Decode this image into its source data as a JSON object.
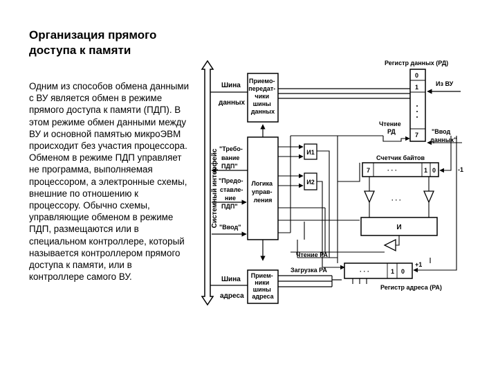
{
  "slide": {
    "title": "Организация прямого доступа к памяти",
    "body": "Одним из способов обмена данными с ВУ является обмен в режиме прямого доступа к памяти (ПДП). В этом режиме обмен данными между ВУ и основной памятью микроЭВМ происходит без участия процессора. Обменом в режиме ПДП управляет не программа, выполняемая процессором, а электронные схемы, внешние по отношению к процессору. Обычно схемы, управляющие обменом в режиме ПДП, размещаются или в специальном контроллере, который называется контроллером прямого доступа к памяти, или в контроллере самого ВУ."
  },
  "diagram": {
    "system_interface": "Системный интерфейс",
    "data_bus": [
      "Шина",
      "данных"
    ],
    "address_bus": [
      "Шина",
      "адреса"
    ],
    "tx_data": [
      "Приемо-",
      "передат-",
      "чики",
      "шины",
      "данных"
    ],
    "rx_addr": [
      "Прием-",
      "ники",
      "шины",
      "адреса"
    ],
    "logic": [
      "Логика",
      "управ-",
      "ления"
    ],
    "request": [
      "\"Требо-",
      "вание",
      "ПДП\""
    ],
    "grant": [
      "\"Предо-",
      "ставле-",
      "ние",
      "ПДП\""
    ],
    "input": "\"Ввод\"",
    "gate1": "И1",
    "gate2": "И2",
    "and_gate": "И",
    "data_reg": {
      "title": "Регистр данных (РД)",
      "bit_top": "0",
      "bit_next": "1",
      "bit_last": "7",
      "from_device": "Из ВУ",
      "read_rd": [
        "Чтение",
        "РД"
      ],
      "device_input": [
        "\"Ввод",
        "данных\""
      ]
    },
    "byte_counter": {
      "title": "Счетчик байтов",
      "bit_high": "7",
      "dots": "· · ·",
      "bit_1": "1",
      "bit_0": "0",
      "step": "-1"
    },
    "addr_reg": {
      "title": "Регистр адреса (РА)",
      "read_ra": "Чтение РА",
      "load_ra": "Загрузка РА",
      "dots": "· · ·",
      "bit_1": "1",
      "bit_0": "0",
      "step": "+1"
    }
  }
}
